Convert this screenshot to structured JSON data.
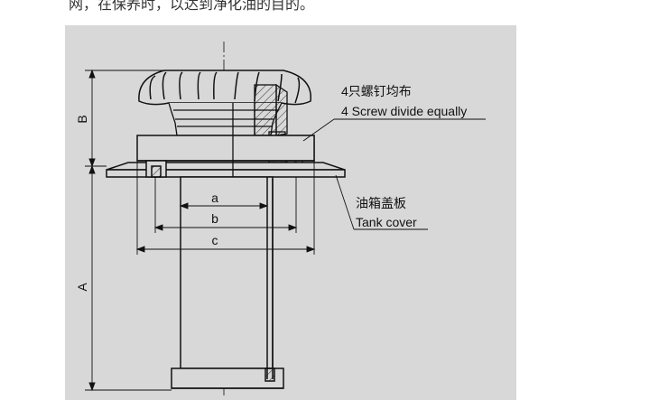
{
  "header": {
    "clipped_text": "网，在保养时，以达到净化油的目的。"
  },
  "drawing": {
    "background": "#d8d8d8",
    "line_color": "#111111",
    "dimensions": {
      "a": "a",
      "b": "b",
      "c": "c",
      "A": "A",
      "B": "B"
    },
    "callouts": {
      "screws_cn": "4只螺钉均布",
      "screws_en": "4 Screw divide equally",
      "cover_cn": "油箱盖板",
      "cover_en": "Tank cover"
    }
  }
}
